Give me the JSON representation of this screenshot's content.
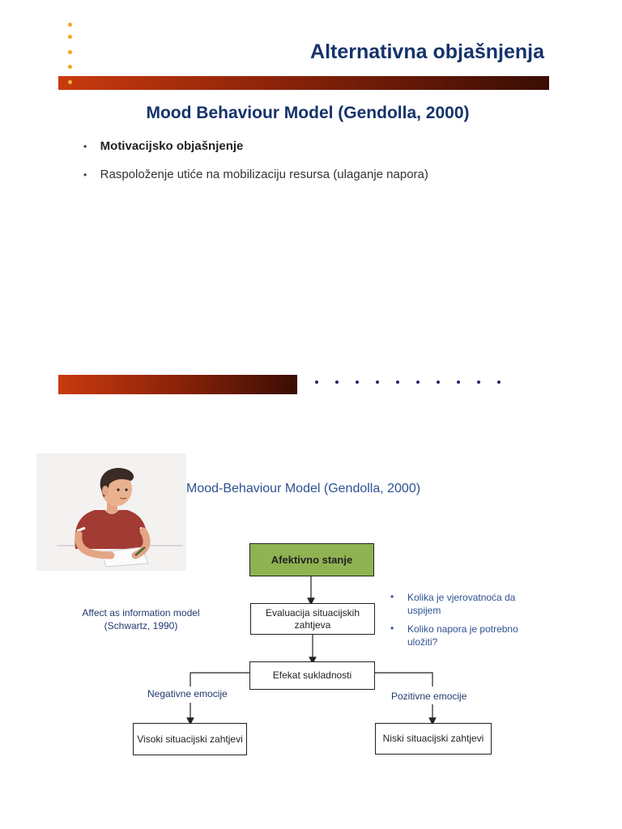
{
  "slide1": {
    "title": "Alternativna objašnjenja",
    "subtitle": "Mood Behaviour Model (Gendolla, 2000)",
    "bullets": [
      "Motivacijsko objašnjenje",
      "Raspoloženje utiće na mobilizaciju resursa (ulaganje napora)"
    ],
    "bullet_marker": "•"
  },
  "slide2": {
    "title": "Mood-Behaviour Model (Gendolla, 2000)",
    "flow": {
      "affect_state": "Afektivno stanje",
      "evaluation": "Evaluacija situacijskih zahtjeva",
      "congruence": "Efekat sukladnosti",
      "high_demands": "Visoki situacijski zahtjevi",
      "low_demands": "Niski situacijski zahtjevi",
      "negative_label": "Negativne emocije",
      "positive_label": "Pozitivne emocije"
    },
    "affect_info_model": "Affect as information model (Schwartz, 1990)",
    "questions": [
      "Kolika je vjerovatnoća da uspijem",
      "Koliko napora je potrebno uložiti?"
    ],
    "bullet_marker": "•"
  },
  "colors": {
    "title": "#15336b",
    "accent_orange": "#f5a623",
    "bar_start": "#c93a0e",
    "bar_end": "#3a0d04",
    "box_green": "#8fb351"
  }
}
